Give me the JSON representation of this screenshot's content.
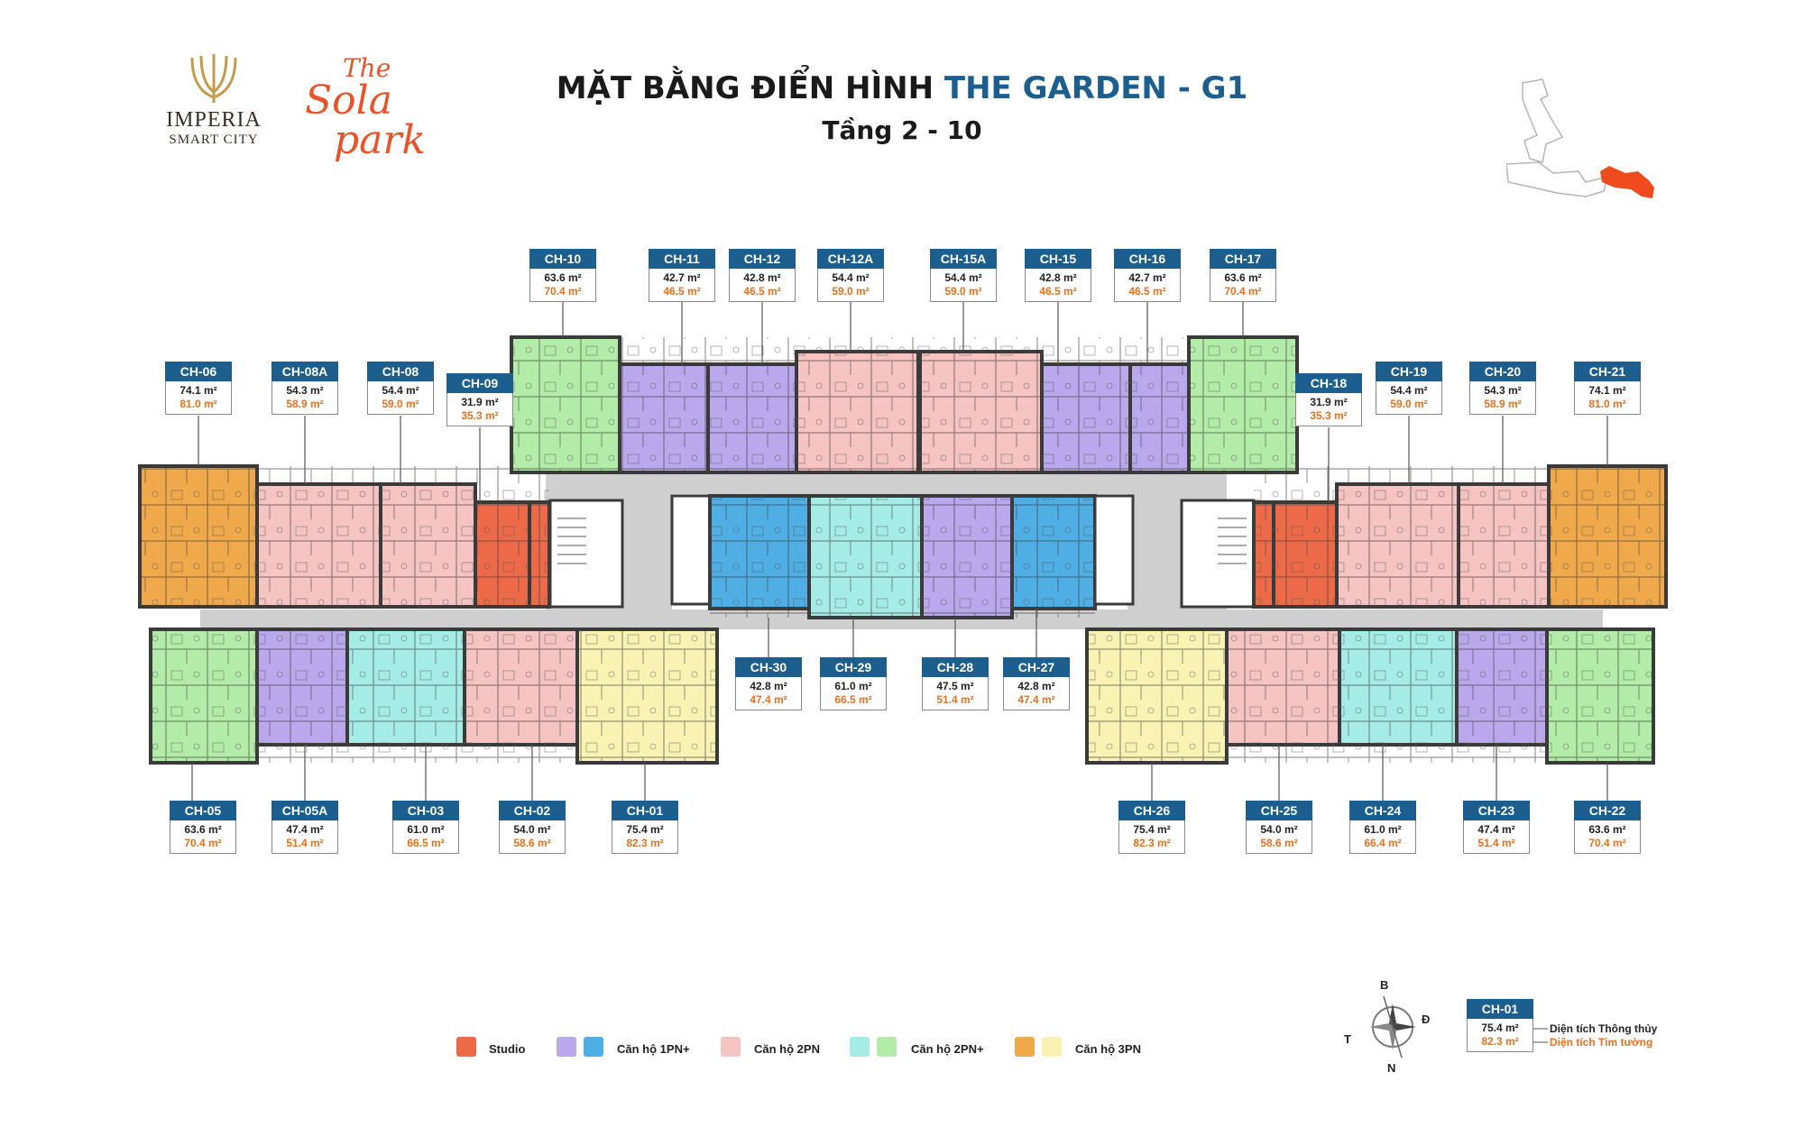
{
  "brand": {
    "imperia_name": "IMPERIA",
    "imperia_sub": "SMART CITY",
    "sola_the": "The",
    "sola_line2": "Sola",
    "sola_line3": "park"
  },
  "header": {
    "title_main": "MẶT BẰNG ĐIỂN HÌNH ",
    "title_accent": "THE GARDEN - G1",
    "subtitle": "Tầng 2 - 10"
  },
  "colors": {
    "studio": "#ec6a48",
    "one_bed_purple": "#b9a9ec",
    "one_bed_blue": "#4faee3",
    "two_bed": "#f6c3c3",
    "two_bed_plus_cyan": "#a6ece6",
    "two_bed_plus_green": "#b3eba8",
    "three_bed_orange": "#f0a94a",
    "three_bed_yellow": "#f8f3b3",
    "corridor": "#cfcfcf",
    "label_blue": "#1c5f8e",
    "accent_orange": "#e8701e"
  },
  "units": [
    {
      "code": "CH-10",
      "a1": "63.6 m²",
      "a2": "70.4 m²"
    },
    {
      "code": "CH-11",
      "a1": "42.7 m²",
      "a2": "46.5 m²"
    },
    {
      "code": "CH-12",
      "a1": "42.8 m²",
      "a2": "46.5 m²"
    },
    {
      "code": "CH-12A",
      "a1": "54.4 m²",
      "a2": "59.0 m²"
    },
    {
      "code": "CH-15A",
      "a1": "54.4 m²",
      "a2": "59.0 m²"
    },
    {
      "code": "CH-15",
      "a1": "42.8 m²",
      "a2": "46.5 m²"
    },
    {
      "code": "CH-16",
      "a1": "42.7 m²",
      "a2": "46.5 m²"
    },
    {
      "code": "CH-17",
      "a1": "63.6 m²",
      "a2": "70.4 m²"
    },
    {
      "code": "CH-06",
      "a1": "74.1 m²",
      "a2": "81.0 m²"
    },
    {
      "code": "CH-08A",
      "a1": "54.3 m²",
      "a2": "58.9 m²"
    },
    {
      "code": "CH-08",
      "a1": "54.4 m²",
      "a2": "59.0 m²"
    },
    {
      "code": "CH-09",
      "a1": "31.9 m²",
      "a2": "35.3 m²"
    },
    {
      "code": "CH-18",
      "a1": "31.9 m²",
      "a2": "35.3 m²"
    },
    {
      "code": "CH-19",
      "a1": "54.4 m²",
      "a2": "59.0 m²"
    },
    {
      "code": "CH-20",
      "a1": "54.3 m²",
      "a2": "58.9 m²"
    },
    {
      "code": "CH-21",
      "a1": "74.1 m²",
      "a2": "81.0 m²"
    },
    {
      "code": "CH-30",
      "a1": "42.8 m²",
      "a2": "47.4 m²"
    },
    {
      "code": "CH-29",
      "a1": "61.0 m²",
      "a2": "66.5 m²"
    },
    {
      "code": "CH-28",
      "a1": "47.5 m²",
      "a2": "51.4 m²"
    },
    {
      "code": "CH-27",
      "a1": "42.8 m²",
      "a2": "47.4 m²"
    },
    {
      "code": "CH-05",
      "a1": "63.6 m²",
      "a2": "70.4 m²"
    },
    {
      "code": "CH-05A",
      "a1": "47.4 m²",
      "a2": "51.4 m²"
    },
    {
      "code": "CH-03",
      "a1": "61.0 m²",
      "a2": "66.5 m²"
    },
    {
      "code": "CH-02",
      "a1": "54.0 m²",
      "a2": "58.6 m²"
    },
    {
      "code": "CH-01",
      "a1": "75.4 m²",
      "a2": "82.3 m²"
    },
    {
      "code": "CH-26",
      "a1": "75.4 m²",
      "a2": "82.3 m²"
    },
    {
      "code": "CH-25",
      "a1": "54.0 m²",
      "a2": "58.6 m²"
    },
    {
      "code": "CH-24",
      "a1": "61.0 m²",
      "a2": "66.4 m²"
    },
    {
      "code": "CH-23",
      "a1": "47.4 m²",
      "a2": "51.4 m²"
    },
    {
      "code": "CH-22",
      "a1": "63.6 m²",
      "a2": "70.4 m²"
    }
  ],
  "legend": [
    {
      "label": "Studio",
      "swatches": [
        "#ec6a48"
      ]
    },
    {
      "label": "Căn hộ 1PN+",
      "swatches": [
        "#b9a9ec",
        "#4faee3"
      ]
    },
    {
      "label": "Căn hộ 2PN",
      "swatches": [
        "#f6c3c3"
      ]
    },
    {
      "label": "Căn hộ 2PN+",
      "swatches": [
        "#a6ece6",
        "#b3eba8"
      ]
    },
    {
      "label": "Căn hộ 3PN",
      "swatches": [
        "#f0a94a",
        "#f8f3b3"
      ]
    }
  ],
  "compass": {
    "north": "B",
    "south": "N",
    "east": "Đ",
    "west": "T"
  },
  "key": {
    "code": "CH-01",
    "a1": "75.4 m²",
    "a2": "82.3 m²",
    "a1_label": "Diện tích Thông thủy",
    "a2_label": "Diện tích Tim tường"
  }
}
